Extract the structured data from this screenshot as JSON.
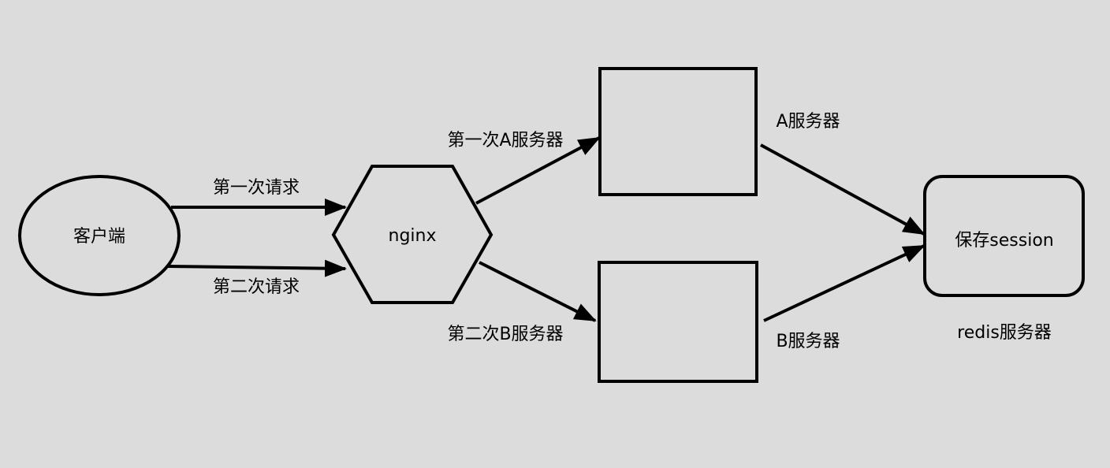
{
  "diagram": {
    "nodes": {
      "client": "客户端",
      "nginx": "nginx",
      "server_a": "",
      "server_b": "",
      "redis_box": "保存session"
    },
    "edge_labels": {
      "first_request": "第一次请求",
      "second_request": "第二次请求",
      "first_to_a": "第一次A服务器",
      "second_to_b": "第二次B服务器",
      "a_to_redis": "A服务器",
      "b_to_redis": "B服务器"
    },
    "captions": {
      "redis": "redis服务器"
    }
  },
  "colors": {
    "background": "#dcdcdc",
    "stroke": "#000000"
  }
}
